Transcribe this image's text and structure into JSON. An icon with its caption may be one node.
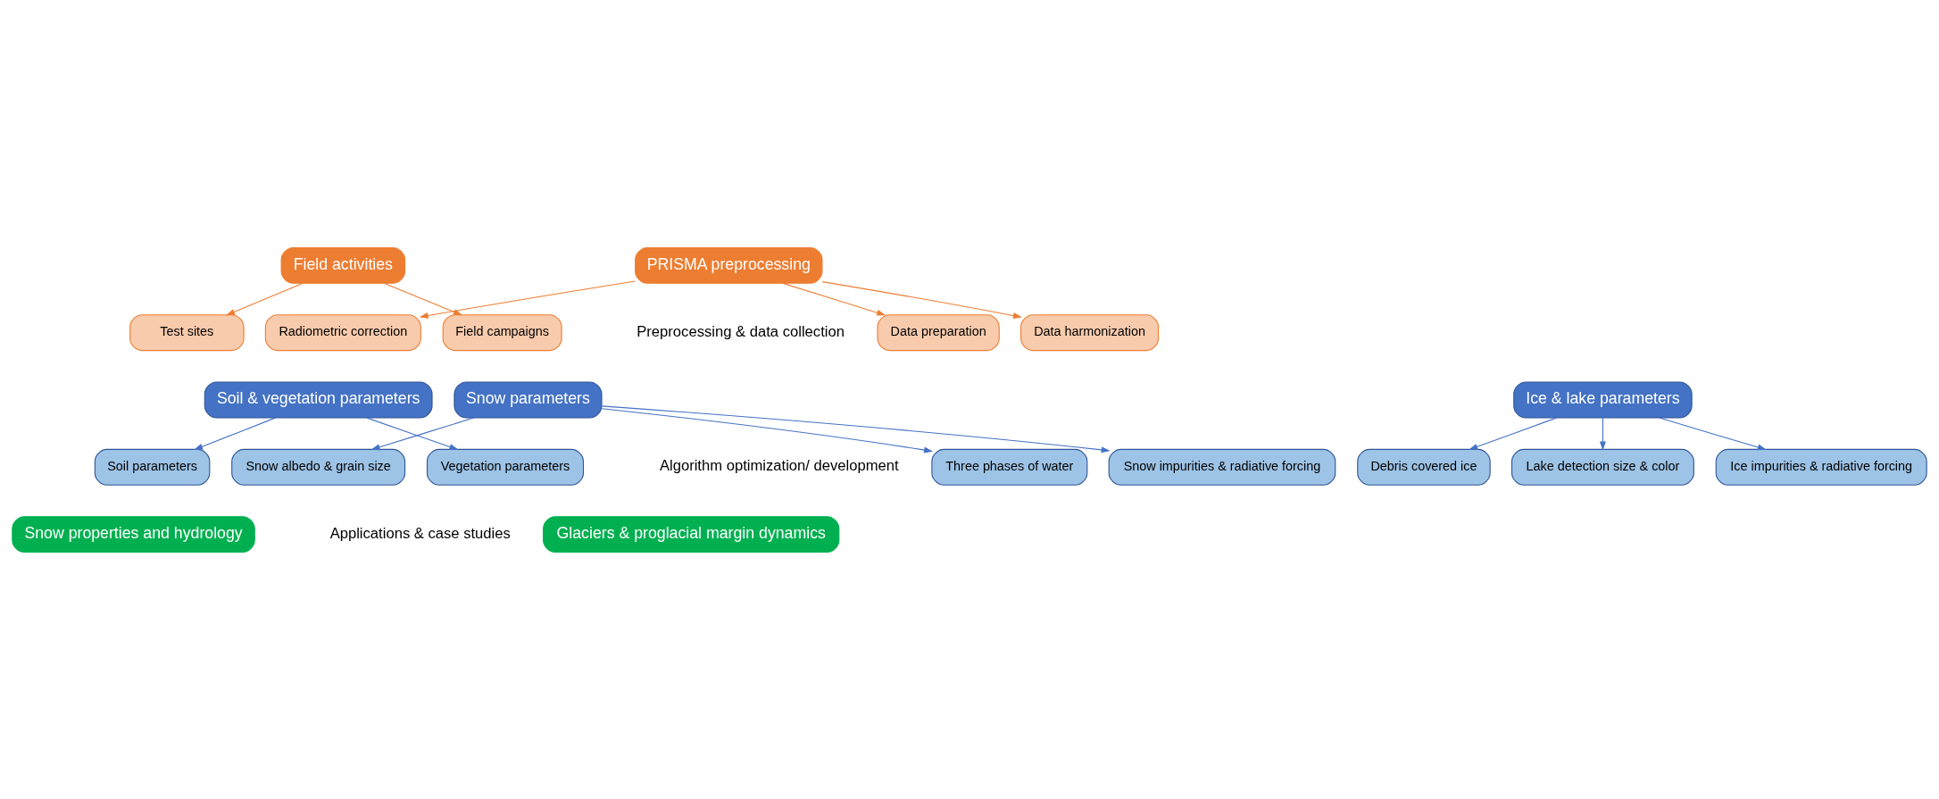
{
  "diagram": {
    "nodes": [
      {
        "text": [
          "PRISMA preprocessing"
        ]
      },
      {
        "text": [
          "Radiometric correction"
        ]
      },
      {
        "text": [
          "Data preparation"
        ]
      },
      {
        "text": [
          "Data harmonization"
        ]
      },
      {
        "text": [
          "Field activities"
        ]
      },
      {
        "text": [
          "Test sites"
        ]
      },
      {
        "text": [
          "Field campaigns"
        ]
      },
      {
        "text": [
          "Snow parameters"
        ]
      },
      {
        "text": [
          "Snow albedo & grain size"
        ]
      },
      {
        "text": [
          "Three phases of water"
        ]
      },
      {
        "text": [
          "Snow impurities & radiative forcing"
        ]
      },
      {
        "text": [
          "Ice & lake parameters"
        ]
      },
      {
        "text": [
          "Debris covered ice"
        ]
      },
      {
        "text": [
          "Lake detection size & color"
        ]
      },
      {
        "text": [
          "Ice impurities & radiative forcing"
        ]
      },
      {
        "text": [
          "Soil & vegetation parameters"
        ]
      },
      {
        "text": [
          "Soil parameters"
        ]
      },
      {
        "text": [
          "Vegetation parameters"
        ]
      },
      {
        "text": [
          "Glaciers & proglacial margin dynamics"
        ]
      },
      {
        "text": [
          "Snow properties and hydrology"
        ]
      }
    ],
    "edges": [
      {
        "from": 0,
        "to": 1,
        "arrow": "to",
        "color": "#ed7d31"
      },
      {
        "from": 0,
        "to": 2,
        "arrow": "to",
        "color": "#ed7d31"
      },
      {
        "from": 0,
        "to": 3,
        "arrow": "to",
        "color": "#ed7d31"
      },
      {
        "from": 4,
        "to": 5,
        "arrow": "to",
        "color": "#ed7d31"
      },
      {
        "from": 4,
        "to": 6,
        "arrow": "to",
        "color": "#ed7d31"
      },
      {
        "from": 7,
        "to": 8,
        "arrow": "to"
      },
      {
        "from": 7,
        "to": 9,
        "arrow": "to"
      },
      {
        "from": 7,
        "to": 10,
        "arrow": "to"
      },
      {
        "from": 11,
        "to": 12,
        "arrow": "to"
      },
      {
        "from": 11,
        "to": 13,
        "arrow": "to"
      },
      {
        "from": 11,
        "to": 14,
        "arrow": "to"
      },
      {
        "from": 15,
        "to": 16,
        "arrow": "to"
      },
      {
        "from": 15,
        "to": 17,
        "arrow": "to"
      }
    ],
    "labels": [
      "Preprocessing & data collection",
      "Algorithm optimization/ development",
      "Applications & case studies"
    ]
  }
}
